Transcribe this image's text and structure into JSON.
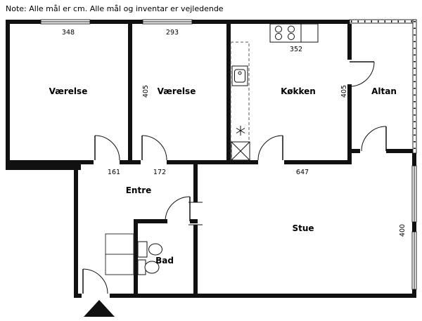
{
  "note": "Note: Alle mål er cm. Alle mål og inventar er vejledende",
  "rooms": {
    "vaerelse1": {
      "label": "Værelse",
      "width_cm": "348"
    },
    "vaerelse2": {
      "label": "Værelse",
      "width_cm": "293"
    },
    "koekken": {
      "label": "Køkken",
      "width_cm": "352"
    },
    "altan": {
      "label": "Altan"
    },
    "entre": {
      "label": "Entre",
      "dim_left_cm": "161",
      "dim_right_cm": "172"
    },
    "stue": {
      "label": "Stue",
      "width_cm": "647",
      "depth_cm": "400"
    },
    "bad": {
      "label": "Bad"
    }
  },
  "dims": {
    "rooms_depth_left_cm": "405",
    "rooms_depth_right_cm": "405"
  },
  "icons": {
    "stove": "stove-4-burners",
    "kitchen_sink": "kitchen-sink",
    "toilet": "toilet",
    "bath_sink": "bathroom-sink",
    "entrance_arrow": "entrance-arrow"
  },
  "colors": {
    "wall": "#111111",
    "background": "#ffffff"
  }
}
